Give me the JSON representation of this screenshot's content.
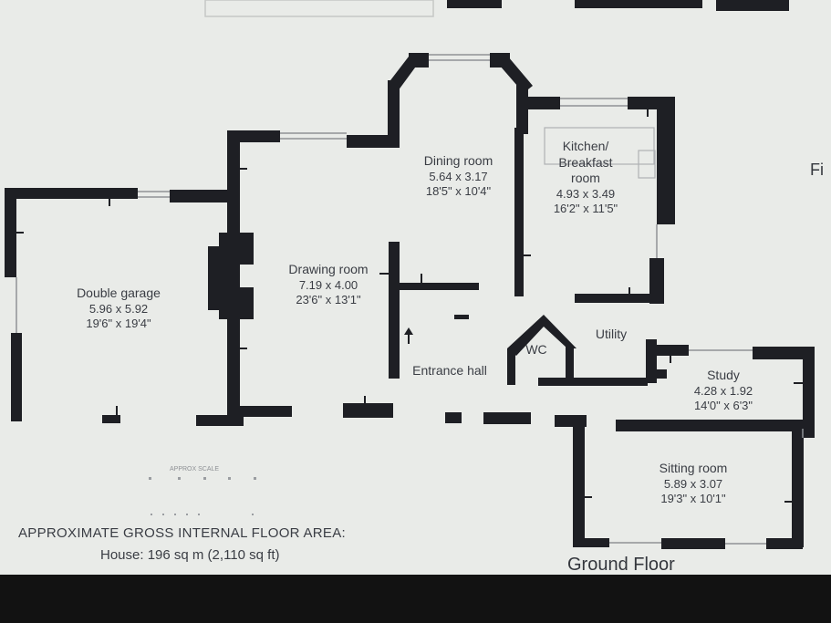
{
  "rooms": {
    "garage": {
      "name": "Double garage",
      "metric": "5.96 x 5.92",
      "imperial": "19'6\" x 19'4\""
    },
    "drawing": {
      "name": "Drawing room",
      "metric": "7.19 x 4.00",
      "imperial": "23'6\" x 13'1\""
    },
    "dining": {
      "name": "Dining room",
      "metric": "5.64 x 3.17",
      "imperial": "18'5\" x 10'4\""
    },
    "kitchen": {
      "name_line1": "Kitchen/",
      "name_line2": "Breakfast",
      "name_line3": "room",
      "metric": "4.93 x 3.49",
      "imperial": "16'2\" x 11'5\""
    },
    "wc": {
      "name": "WC"
    },
    "utility": {
      "name": "Utility"
    },
    "study": {
      "name": "Study",
      "metric": "4.28 x 1.92",
      "imperial": "14'0\" x 6'3\""
    },
    "sitting": {
      "name": "Sitting room",
      "metric": "5.89 x 3.07",
      "imperial": "19'3\" x 10'1\""
    },
    "entrance": {
      "name": "Entrance hall"
    }
  },
  "scale_label": "APPROX SCALE",
  "area": {
    "heading": "APPROXIMATE GROSS INTERNAL FLOOR AREA:",
    "house": "House: 196 sq m (2,110 sq ft)"
  },
  "floor_title": "Ground Floor",
  "edge_text": "Fi",
  "colors": {
    "wall": "#1e1f24",
    "paper": "#e9ebe8",
    "text": "#3a3d44"
  }
}
